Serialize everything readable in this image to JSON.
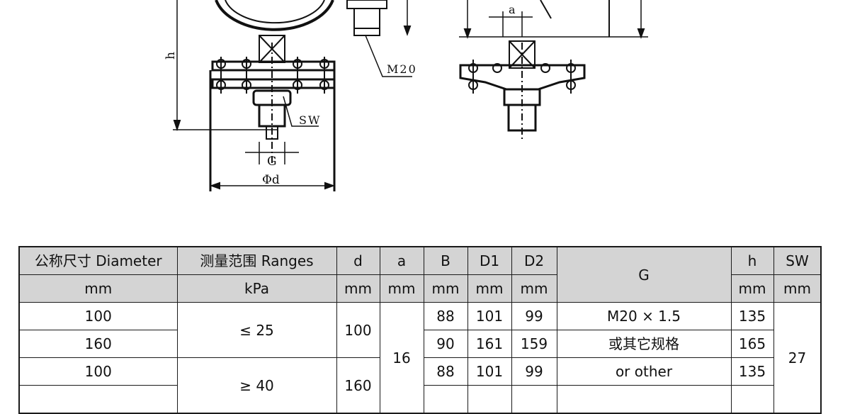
{
  "drawing": {
    "labels": {
      "h": "h",
      "a": "a",
      "m20": "M20",
      "sw": "SW",
      "g": "G",
      "phid": "Φd"
    }
  },
  "table": {
    "header_top": {
      "diameter": "公称尺寸 Diameter",
      "ranges": "测量范围 Ranges",
      "d": "d",
      "a": "a",
      "b": "B",
      "d1": "D1",
      "d2": "D2",
      "g": "G",
      "h": "h",
      "sw": "SW"
    },
    "header_unit": {
      "diameter": "mm",
      "ranges": "kPa",
      "d": "mm",
      "a": "mm",
      "b": "mm",
      "d1": "mm",
      "d2": "mm",
      "h": "mm",
      "sw": "mm"
    },
    "rows": [
      {
        "diameter": "100",
        "b": "88",
        "d1": "101",
        "d2": "99",
        "h": "135"
      },
      {
        "diameter": "160",
        "b": "90",
        "d1": "161",
        "d2": "159",
        "h": "165"
      },
      {
        "diameter": "100",
        "b": "88",
        "d1": "101",
        "d2": "99",
        "h": "135"
      }
    ],
    "range_1": "≤ 25",
    "range_2": "≥ 40",
    "d_group_1": "100",
    "d_group_2": "160",
    "a_value": "16",
    "g_line_1": "M20 × 1.5",
    "g_line_2": "或其它规格",
    "g_line_3": "or other",
    "sw_value": "27"
  }
}
